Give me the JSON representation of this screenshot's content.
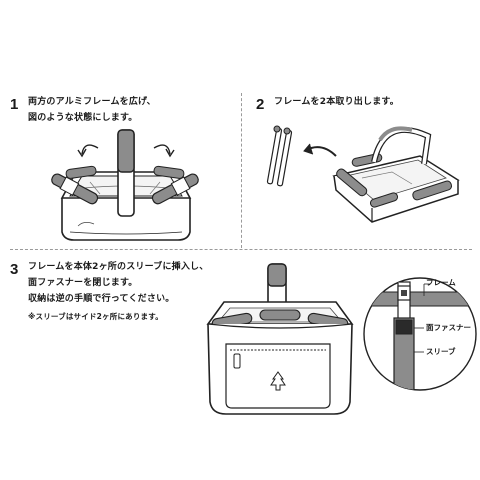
{
  "steps": [
    {
      "number": "1",
      "lines": [
        "両方のアルミフレームを広げ、",
        "図のような状態にします。"
      ]
    },
    {
      "number": "2",
      "lines": [
        "フレームを2本取り出します。"
      ]
    },
    {
      "number": "3",
      "lines": [
        "フレームを本体2ヶ所のスリーブに挿入し、",
        "面ファスナーを閉じます。",
        "収納は逆の手順で行ってください。"
      ],
      "note": "※スリーブはサイド2ヶ所にあります。"
    }
  ],
  "callout": {
    "frame_label": "フレーム",
    "fastener_label": "面ファスナー",
    "sleeve_label": "スリーブ"
  }
}
